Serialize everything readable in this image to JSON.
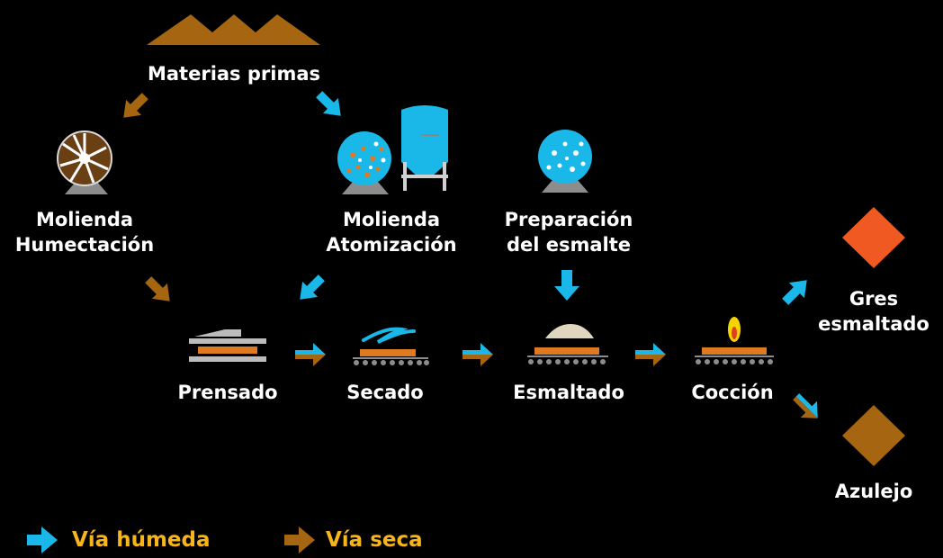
{
  "labels": {
    "materias_primas": "Materias primas",
    "molienda_humectacion_1": "Molienda",
    "molienda_humectacion_2": "Humectación",
    "molienda_atomizacion_1": "Molienda",
    "molienda_atomizacion_2": "Atomización",
    "preparacion_1": "Preparación",
    "preparacion_2": "del esmalte",
    "prensado": "Prensado",
    "secado": "Secado",
    "esmaltado": "Esmaltado",
    "coccion": "Cocción",
    "gres_1": "Gres",
    "gres_2": "esmaltado",
    "azulejo": "Azulejo"
  },
  "legend": {
    "wet": "Vía húmeda",
    "dry": "Vía seca"
  },
  "colors": {
    "wet": "#1ab8e8",
    "dry": "#a66510",
    "gres": "#f05a22",
    "azulejo": "#a66510",
    "legend_text": "#f6b51a",
    "machine_grey": "#8c8c8c"
  }
}
